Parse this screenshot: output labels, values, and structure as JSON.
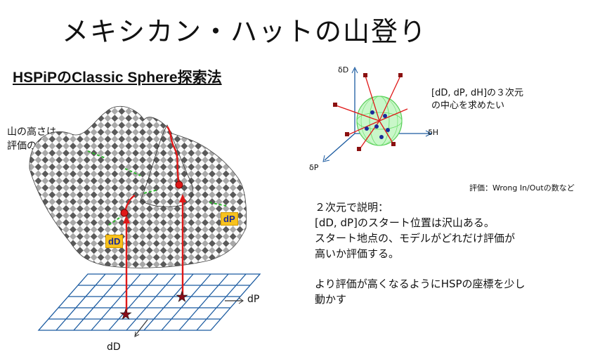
{
  "title": "メキシカン・ハットの山登り",
  "subtitle": "HSPiPのClassic Sphere探索法",
  "mountain_label": [
    "山の高さは",
    "評価の高さ"
  ],
  "surface_tags": {
    "dD": "dD",
    "dP": "dP"
  },
  "grid_axes": {
    "x": "dP",
    "y": "dD"
  },
  "sphere_axes": {
    "dD": "δD",
    "dH": "δH",
    "dP": "δP"
  },
  "sphere_note": [
    "[dD, dP, dH]の３次元",
    "の中心を求めたい"
  ],
  "evaluation_note": "評価：Wrong In/Outの数など",
  "explanation": [
    "２次元で説明：",
    "[dD, dP]のスタート位置は沢山ある。",
    "スタート地点の、モデルがどれだけ評価が",
    "高いか評価する。"
  ],
  "explanation2": [
    "より評価が高くなるようにHSPの座標を少し",
    "動かす"
  ],
  "colors": {
    "arrow": "#e01818",
    "grid": "#1a5aa0",
    "sphere": "#66dd66",
    "point": "#1a2a9a",
    "tag": "#f7c21e"
  }
}
